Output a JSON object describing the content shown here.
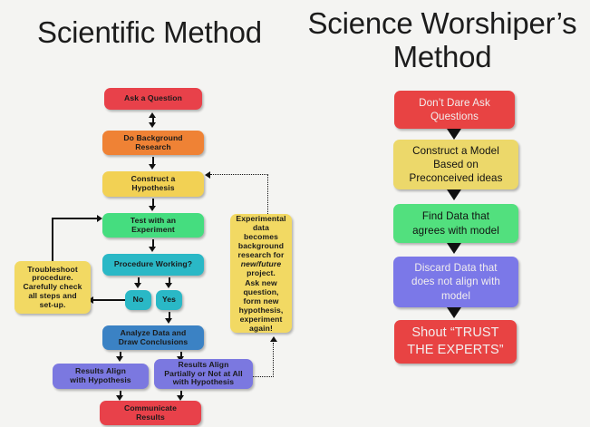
{
  "page": {
    "background_color": "#f4f4f2",
    "type": "comparison-flowchart-infographic"
  },
  "titles": {
    "left": "Scientific Method",
    "right_line1": "Science Worshiper’s",
    "right_line2": "Method"
  },
  "scientific_method": {
    "nodes": [
      {
        "id": "ask",
        "label": "Ask a Question",
        "color": "#e8414a",
        "text_color": "#1a1a1a"
      },
      {
        "id": "background",
        "label": "Do Background\nResearch",
        "color": "#ef8235",
        "text_color": "#1a1a1a"
      },
      {
        "id": "hypothesis",
        "label": "Construct a\nHypothesis",
        "color": "#f2d154",
        "text_color": "#1a1a1a"
      },
      {
        "id": "test",
        "label": "Test with an\nExperiment",
        "color": "#45dd7f",
        "text_color": "#1a1a1a"
      },
      {
        "id": "procedure",
        "label": "Procedure Working?",
        "color": "#2ab8c6",
        "text_color": "#1a1a1a"
      },
      {
        "id": "no",
        "label": "No",
        "color": "#2ab8c6",
        "text_color": "#1a1a1a"
      },
      {
        "id": "yes",
        "label": "Yes",
        "color": "#2ab8c6",
        "text_color": "#1a1a1a"
      },
      {
        "id": "analyze",
        "label": "Analyze Data and\nDraw Conclusions",
        "color": "#3b82c4",
        "text_color": "#1a1a1a"
      },
      {
        "id": "align",
        "label": "Results Align\nwith Hypothesis",
        "color": "#7b78e0",
        "text_color": "#1a1a1a"
      },
      {
        "id": "partial",
        "label": "Results Align\nPartially or Not at All\nwith Hypothesis",
        "color": "#7b78e0",
        "text_color": "#1a1a1a"
      },
      {
        "id": "communicate",
        "label": "Communicate\nResults",
        "color": "#e8414a",
        "text_color": "#1a1a1a"
      },
      {
        "id": "troubleshoot",
        "label": "Troubleshoot\nprocedure.\nCarefully check\nall steps and\nset-up.",
        "color": "#f2d963",
        "text_color": "#1a1a1a"
      },
      {
        "id": "experimental",
        "label_lines": [
          "Experimental",
          "data",
          "becomes",
          "background",
          "research for",
          "new/future",
          "project.",
          "Ask new",
          "question,",
          "form new",
          "hypothesis,",
          "experiment",
          "again!"
        ],
        "italic_lines": [
          "new/future"
        ],
        "color": "#f2d963",
        "text_color": "#1a1a1a"
      }
    ]
  },
  "worshiper_method": {
    "nodes": [
      {
        "id": "dont-ask",
        "label": "Don’t Dare Ask\nQuestions",
        "color": "#e84343",
        "text_color": "#f2eeee"
      },
      {
        "id": "construct",
        "label": "Construct a Model\nBased on\nPreconceived ideas",
        "color": "#ecd86a",
        "text_color": "#111111"
      },
      {
        "id": "find-data",
        "label": "Find Data that\nagrees with model",
        "color": "#52e07e",
        "text_color": "#111111"
      },
      {
        "id": "discard",
        "label": "Discard Data that\ndoes not align with\nmodel",
        "color": "#7b78e8",
        "text_color": "#f2eeee"
      },
      {
        "id": "shout",
        "label": "Shout “TRUST\nTHE EXPERTS”",
        "color": "#e84343",
        "text_color": "#f2eeee"
      }
    ]
  }
}
